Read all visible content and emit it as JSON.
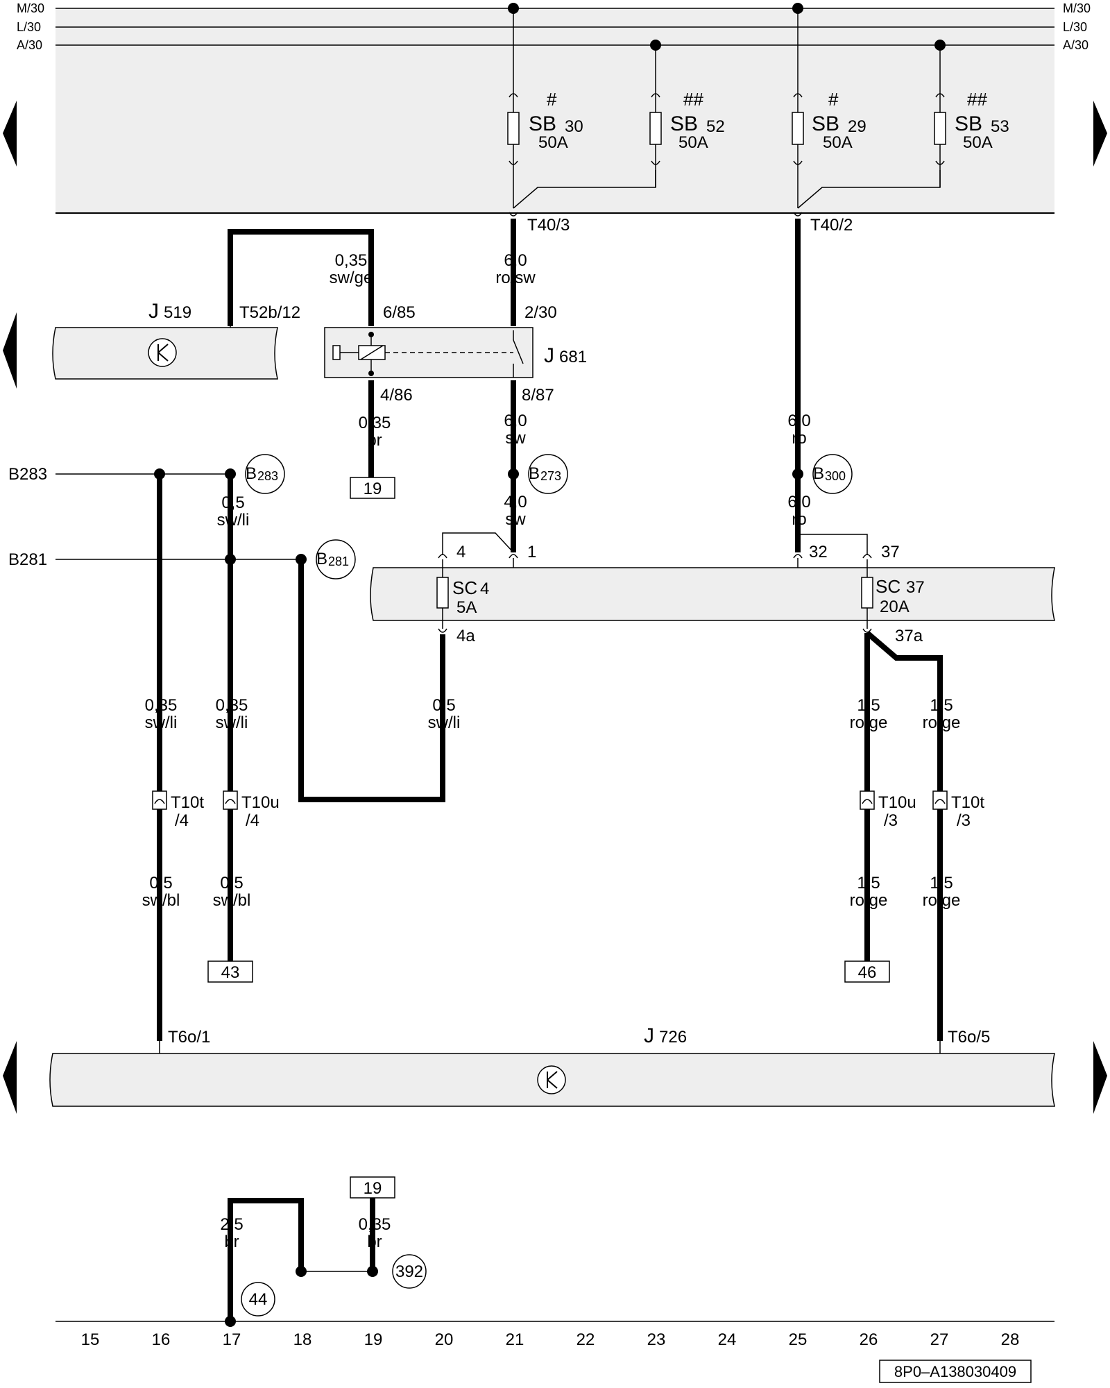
{
  "rails": {
    "m30": "M/30",
    "l30": "L/30",
    "a30": "A/30"
  },
  "fuses_top": [
    {
      "mark": "#",
      "name": "SB",
      "sub": "30",
      "rating": "50A"
    },
    {
      "mark": "##",
      "name": "SB",
      "sub": "52",
      "rating": "50A"
    },
    {
      "mark": "#",
      "name": "SB",
      "sub": "29",
      "rating": "50A"
    },
    {
      "mark": "##",
      "name": "SB",
      "sub": "53",
      "rating": "50A"
    }
  ],
  "terminals": {
    "t40_3": "T40/3",
    "t40_2": "T40/2",
    "t52b_12": "T52b/12",
    "r_85": "6/85",
    "r_30": "2/30",
    "r_86": "4/86",
    "r_87": "8/87",
    "p4": "4",
    "p1": "1",
    "p32": "32",
    "p37": "37",
    "p4a": "4a",
    "p37a": "37a",
    "t10t_4_a": "T10t",
    "t10t_4_b": "/4",
    "t10u_4_a": "T10u",
    "t10u_4_b": "/4",
    "t10u_3_a": "T10u",
    "t10u_3_b": "/3",
    "t10t_3_a": "T10t",
    "t10t_3_b": "/3",
    "t6o_1": "T6o/1",
    "t6o_5": "T6o/5"
  },
  "components": {
    "j519": {
      "name": "J",
      "sub": "519"
    },
    "j681": {
      "name": "J",
      "sub": "681"
    },
    "j726": {
      "name": "J",
      "sub": "726"
    },
    "sc4": {
      "name": "SC",
      "sub": "4",
      "rating": "5A"
    },
    "sc37": {
      "name": "SC",
      "sub": "37",
      "rating": "20A"
    }
  },
  "wires": {
    "w1": {
      "size": "0,35",
      "color": "sw/ge"
    },
    "w2": {
      "size": "6,0",
      "color": "ro/sw"
    },
    "w3": {
      "size": "0,35",
      "color": "br"
    },
    "w4": {
      "size": "6,0",
      "color": "sw"
    },
    "w5": {
      "size": "4,0",
      "color": "sw"
    },
    "w6": {
      "size": "6,0",
      "color": "ro"
    },
    "w7": {
      "size": "6,0",
      "color": "ro"
    },
    "w8": {
      "size": "0,5",
      "color": "sw/li"
    },
    "w9": {
      "size": "0,35",
      "color": "sw/li"
    },
    "w10": {
      "size": "0,35",
      "color": "sw/li"
    },
    "w11": {
      "size": "0,5",
      "color": "sw/li"
    },
    "w12": {
      "size": "1,5",
      "color": "ro/ge"
    },
    "w13": {
      "size": "1,5",
      "color": "ro/ge"
    },
    "w14": {
      "size": "0,5",
      "color": "sw/bl"
    },
    "w15": {
      "size": "0,5",
      "color": "sw/bl"
    },
    "w16": {
      "size": "1,5",
      "color": "ro/ge"
    },
    "w17": {
      "size": "1,5",
      "color": "ro/ge"
    },
    "w18": {
      "size": "2,5",
      "color": "br"
    },
    "w19": {
      "size": "0,35",
      "color": "br"
    }
  },
  "connections": {
    "b283": {
      "name": "B",
      "sub": "283"
    },
    "b273": {
      "name": "B",
      "sub": "273"
    },
    "b300": {
      "name": "B",
      "sub": "300"
    },
    "b281": {
      "name": "B",
      "sub": "281"
    },
    "b283_line": "B283",
    "b281_line": "B281"
  },
  "refs": {
    "r19_a": "19",
    "r43": "43",
    "r46": "46",
    "r19_b": "19",
    "c392": "392",
    "c44": "44"
  },
  "columns": [
    "15",
    "16",
    "17",
    "18",
    "19",
    "20",
    "21",
    "22",
    "23",
    "24",
    "25",
    "26",
    "27",
    "28"
  ],
  "footer_code": "8P0–A138030409"
}
